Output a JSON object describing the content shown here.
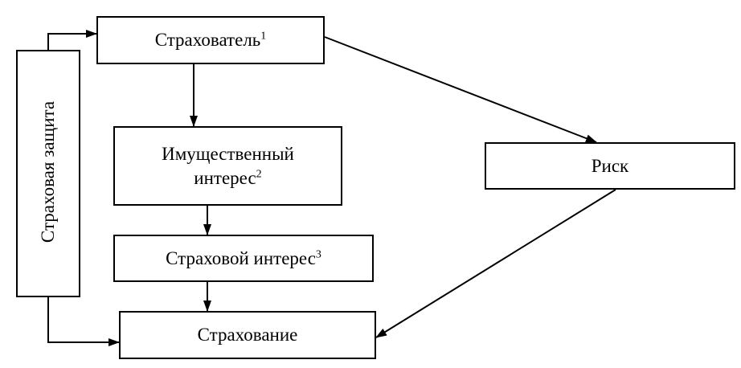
{
  "nodes": {
    "insurant": {
      "label": "Страхователь",
      "note": "1"
    },
    "property_interest": {
      "line1": "Имущественный",
      "line2": "интерес",
      "note": "2"
    },
    "insurance_interest": {
      "label": "Страховой интерес",
      "note": "3"
    },
    "insurance": {
      "label": "Страхование"
    },
    "risk": {
      "label": "Риск"
    },
    "insurance_protection": {
      "label": "Страховая защита"
    }
  }
}
